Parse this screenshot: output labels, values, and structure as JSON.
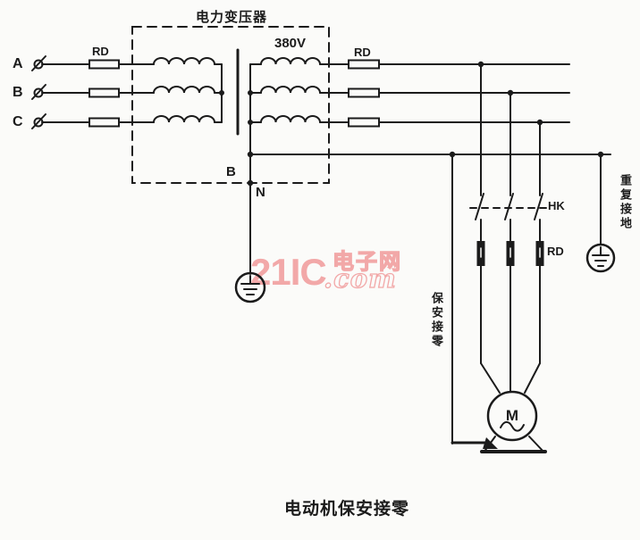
{
  "colors": {
    "line": "#1b1b1b",
    "paper": "#fbfbf9",
    "watermark_pink": "#f2a8a8"
  },
  "diagram": {
    "transformer_label": "电力变压器",
    "voltage_label": "380V",
    "phase_labels": [
      "A",
      "B",
      "C"
    ],
    "fuse_labels": {
      "primary": "RD",
      "secondary": "RD",
      "motor": "RD"
    },
    "switch_label": "HK",
    "neutral_point_label": "B",
    "neutral_wire_label": "N",
    "repeated_ground_label": "重复接地",
    "protective_neutral_label": "保安接零",
    "motor_label": "M",
    "caption": "电动机保安接零"
  },
  "watermark": {
    "brand": "21IC",
    "cn": "电子网",
    "suffix": ".com"
  }
}
